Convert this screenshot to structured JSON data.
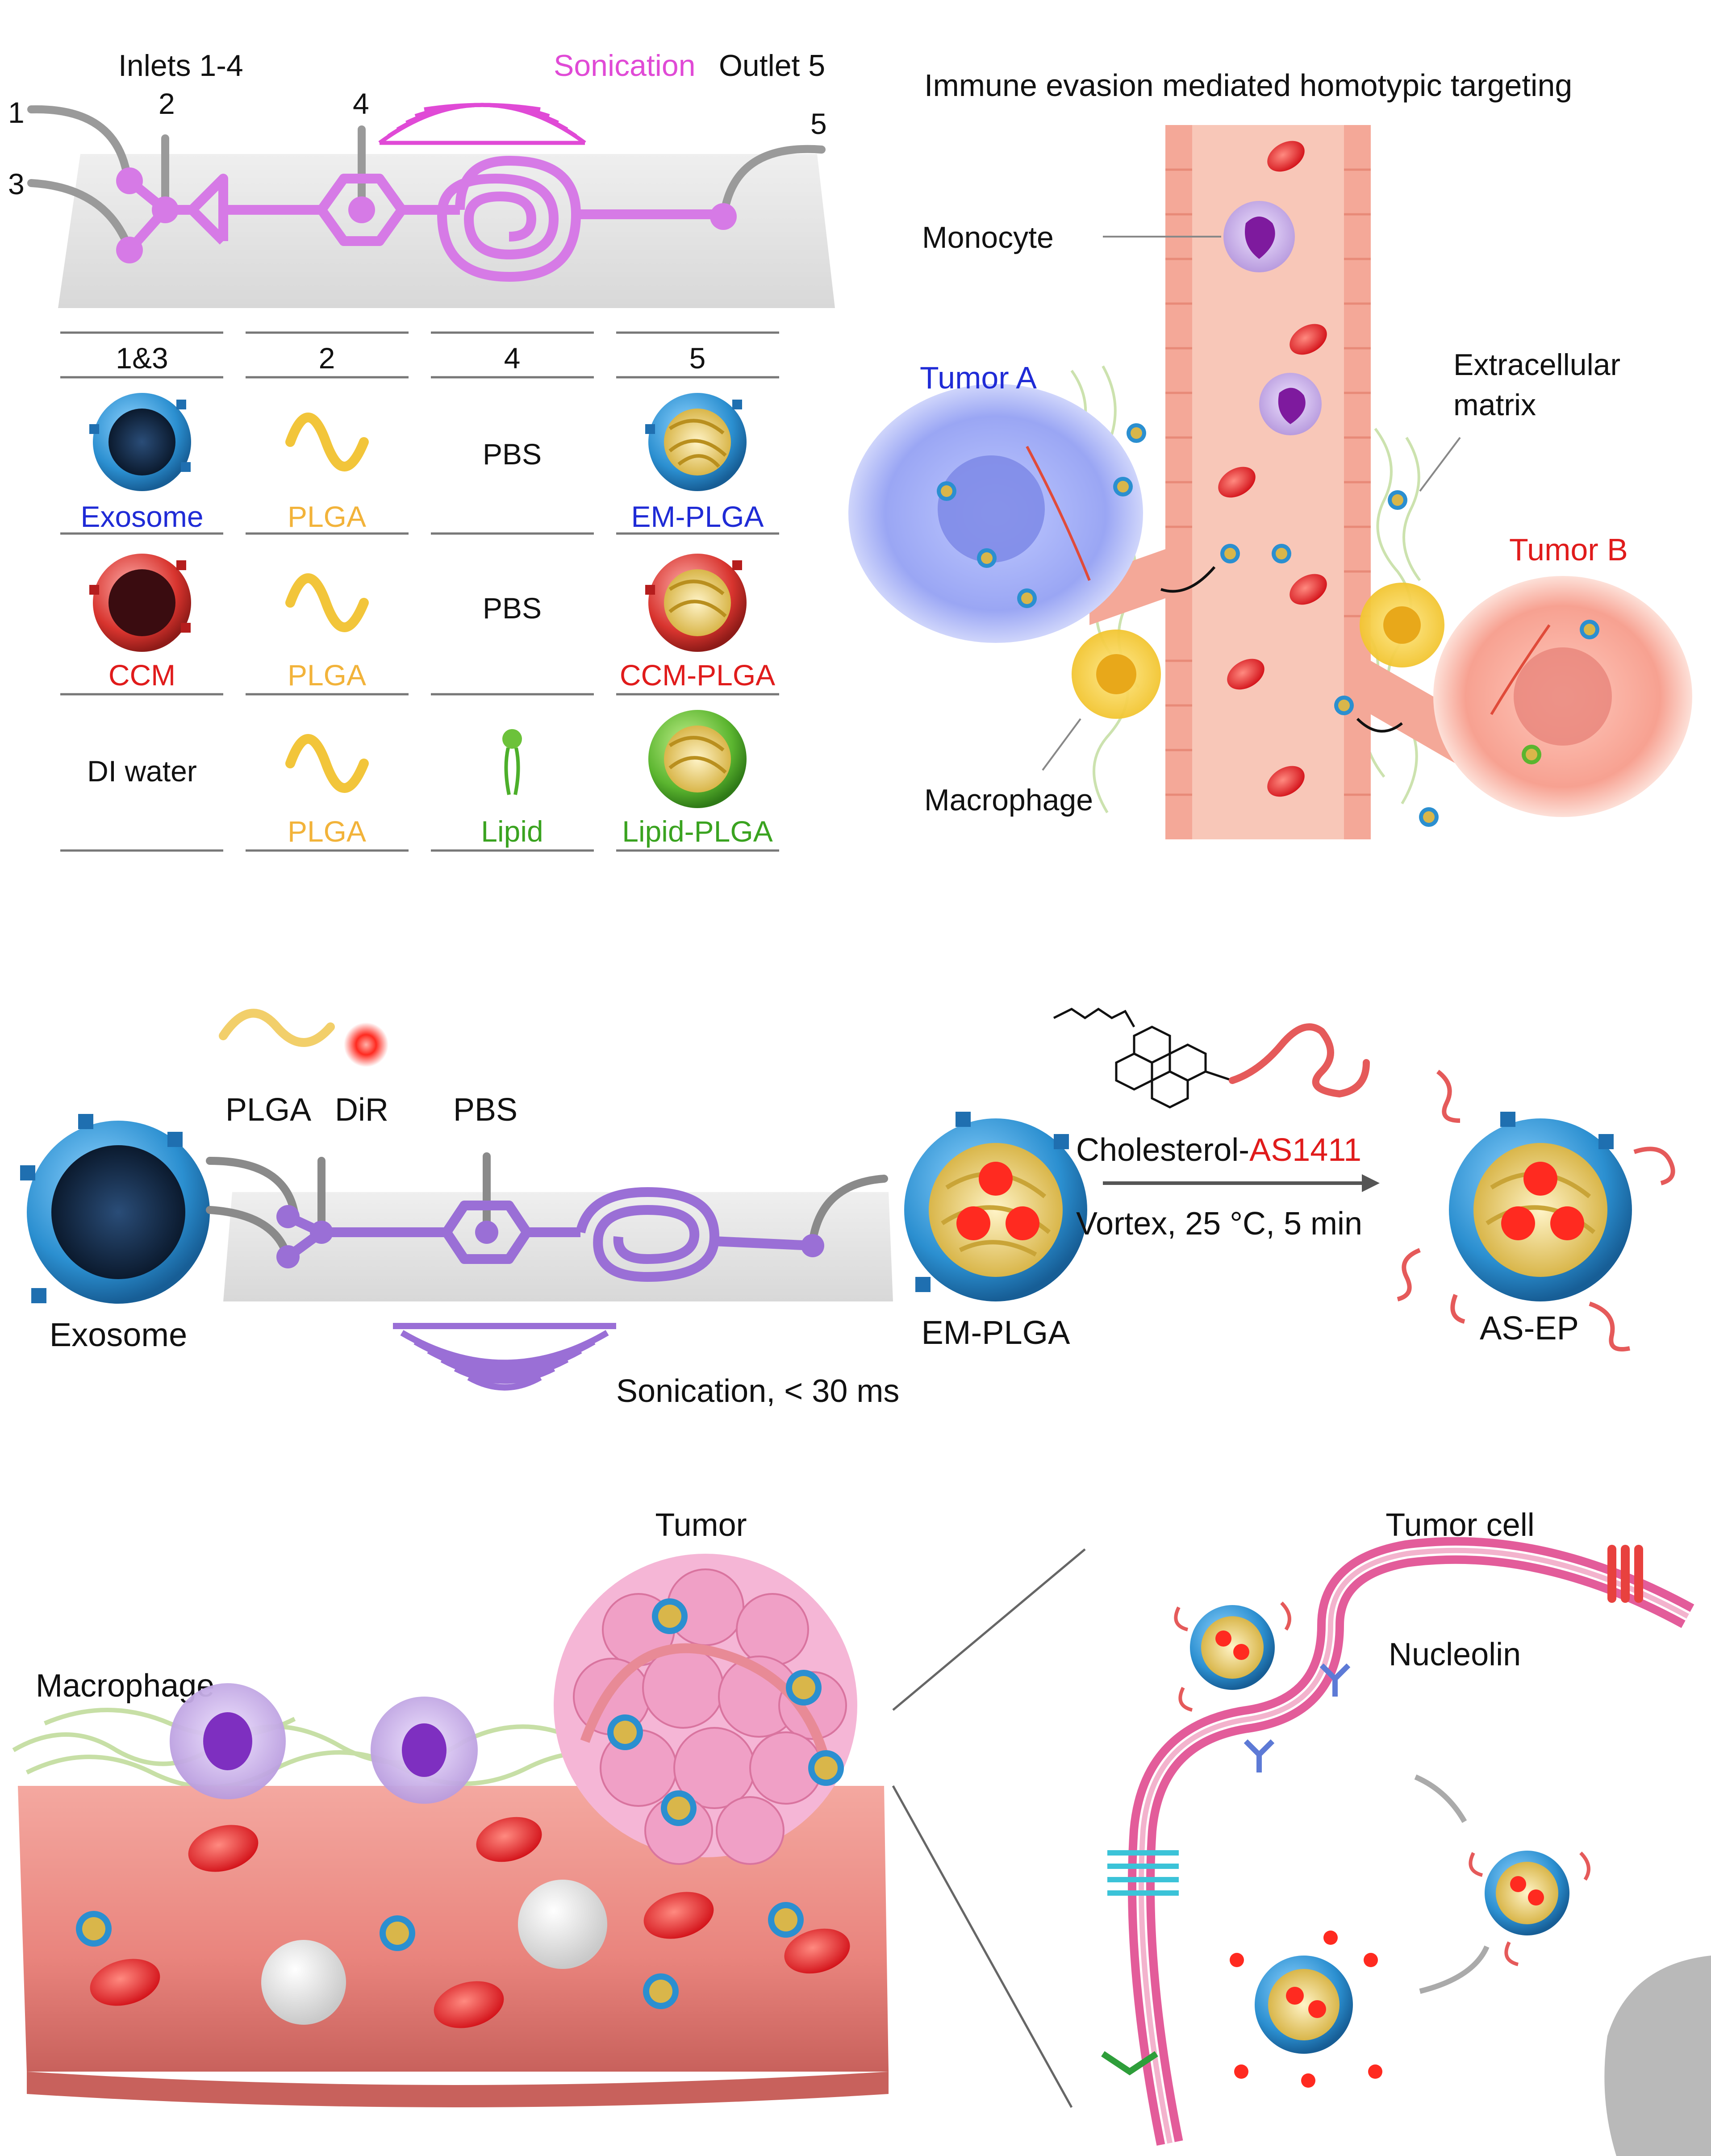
{
  "panel_a": {
    "inlets_label": "Inlets 1-4",
    "sonication_label": "Sonication",
    "outlet_label": "Outlet 5",
    "port_numbers": [
      "1",
      "2",
      "3",
      "4",
      "5"
    ],
    "table": {
      "headers": [
        "1&3",
        "2",
        "4",
        "5"
      ],
      "rows": [
        {
          "c1": "Exosome",
          "c2": "PLGA",
          "c3": "PBS",
          "c4": "EM-PLGA"
        },
        {
          "c1": "CCM",
          "c2": "PLGA",
          "c3": "PBS",
          "c4": "CCM-PLGA"
        },
        {
          "c1": "DI water",
          "c2": "PLGA",
          "c3": "Lipid",
          "c4": "Lipid-PLGA"
        }
      ]
    }
  },
  "panel_b": {
    "title": "Immune evasion mediated homotypic targeting",
    "monocyte": "Monocyte",
    "tumor_a": "Tumor A",
    "ecm": [
      "Extracellular",
      "matrix"
    ],
    "tumor_b": "Tumor B",
    "macrophage": "Macrophage"
  },
  "panel_c": {
    "plga": "PLGA",
    "dir": "DiR",
    "pbs": "PBS",
    "exosome": "Exosome",
    "sonication": "Sonication, < 30 ms",
    "em_plga": "EM-PLGA",
    "cholesterol": "Cholesterol-",
    "aptamer": "AS1411",
    "vortex": "Vortex, 25 °C, 5 min",
    "as_ep": "AS-EP"
  },
  "panel_d": {
    "tumor": "Tumor",
    "macrophage": "Macrophage",
    "tumor_cell": "Tumor cell",
    "nucleolin": "Nucleolin"
  },
  "colors": {
    "channel": "#d67ae6",
    "channel_c": "#9a6fd6",
    "sonication": "#e04ad6",
    "exosome_blue": "#2b8fd0",
    "ccm_red": "#d8342e",
    "plga_yellow": "#f2c53a",
    "lipid_green": "#4caf2a",
    "vessel": "#f4b3a4",
    "rbc": "#e8282a"
  }
}
